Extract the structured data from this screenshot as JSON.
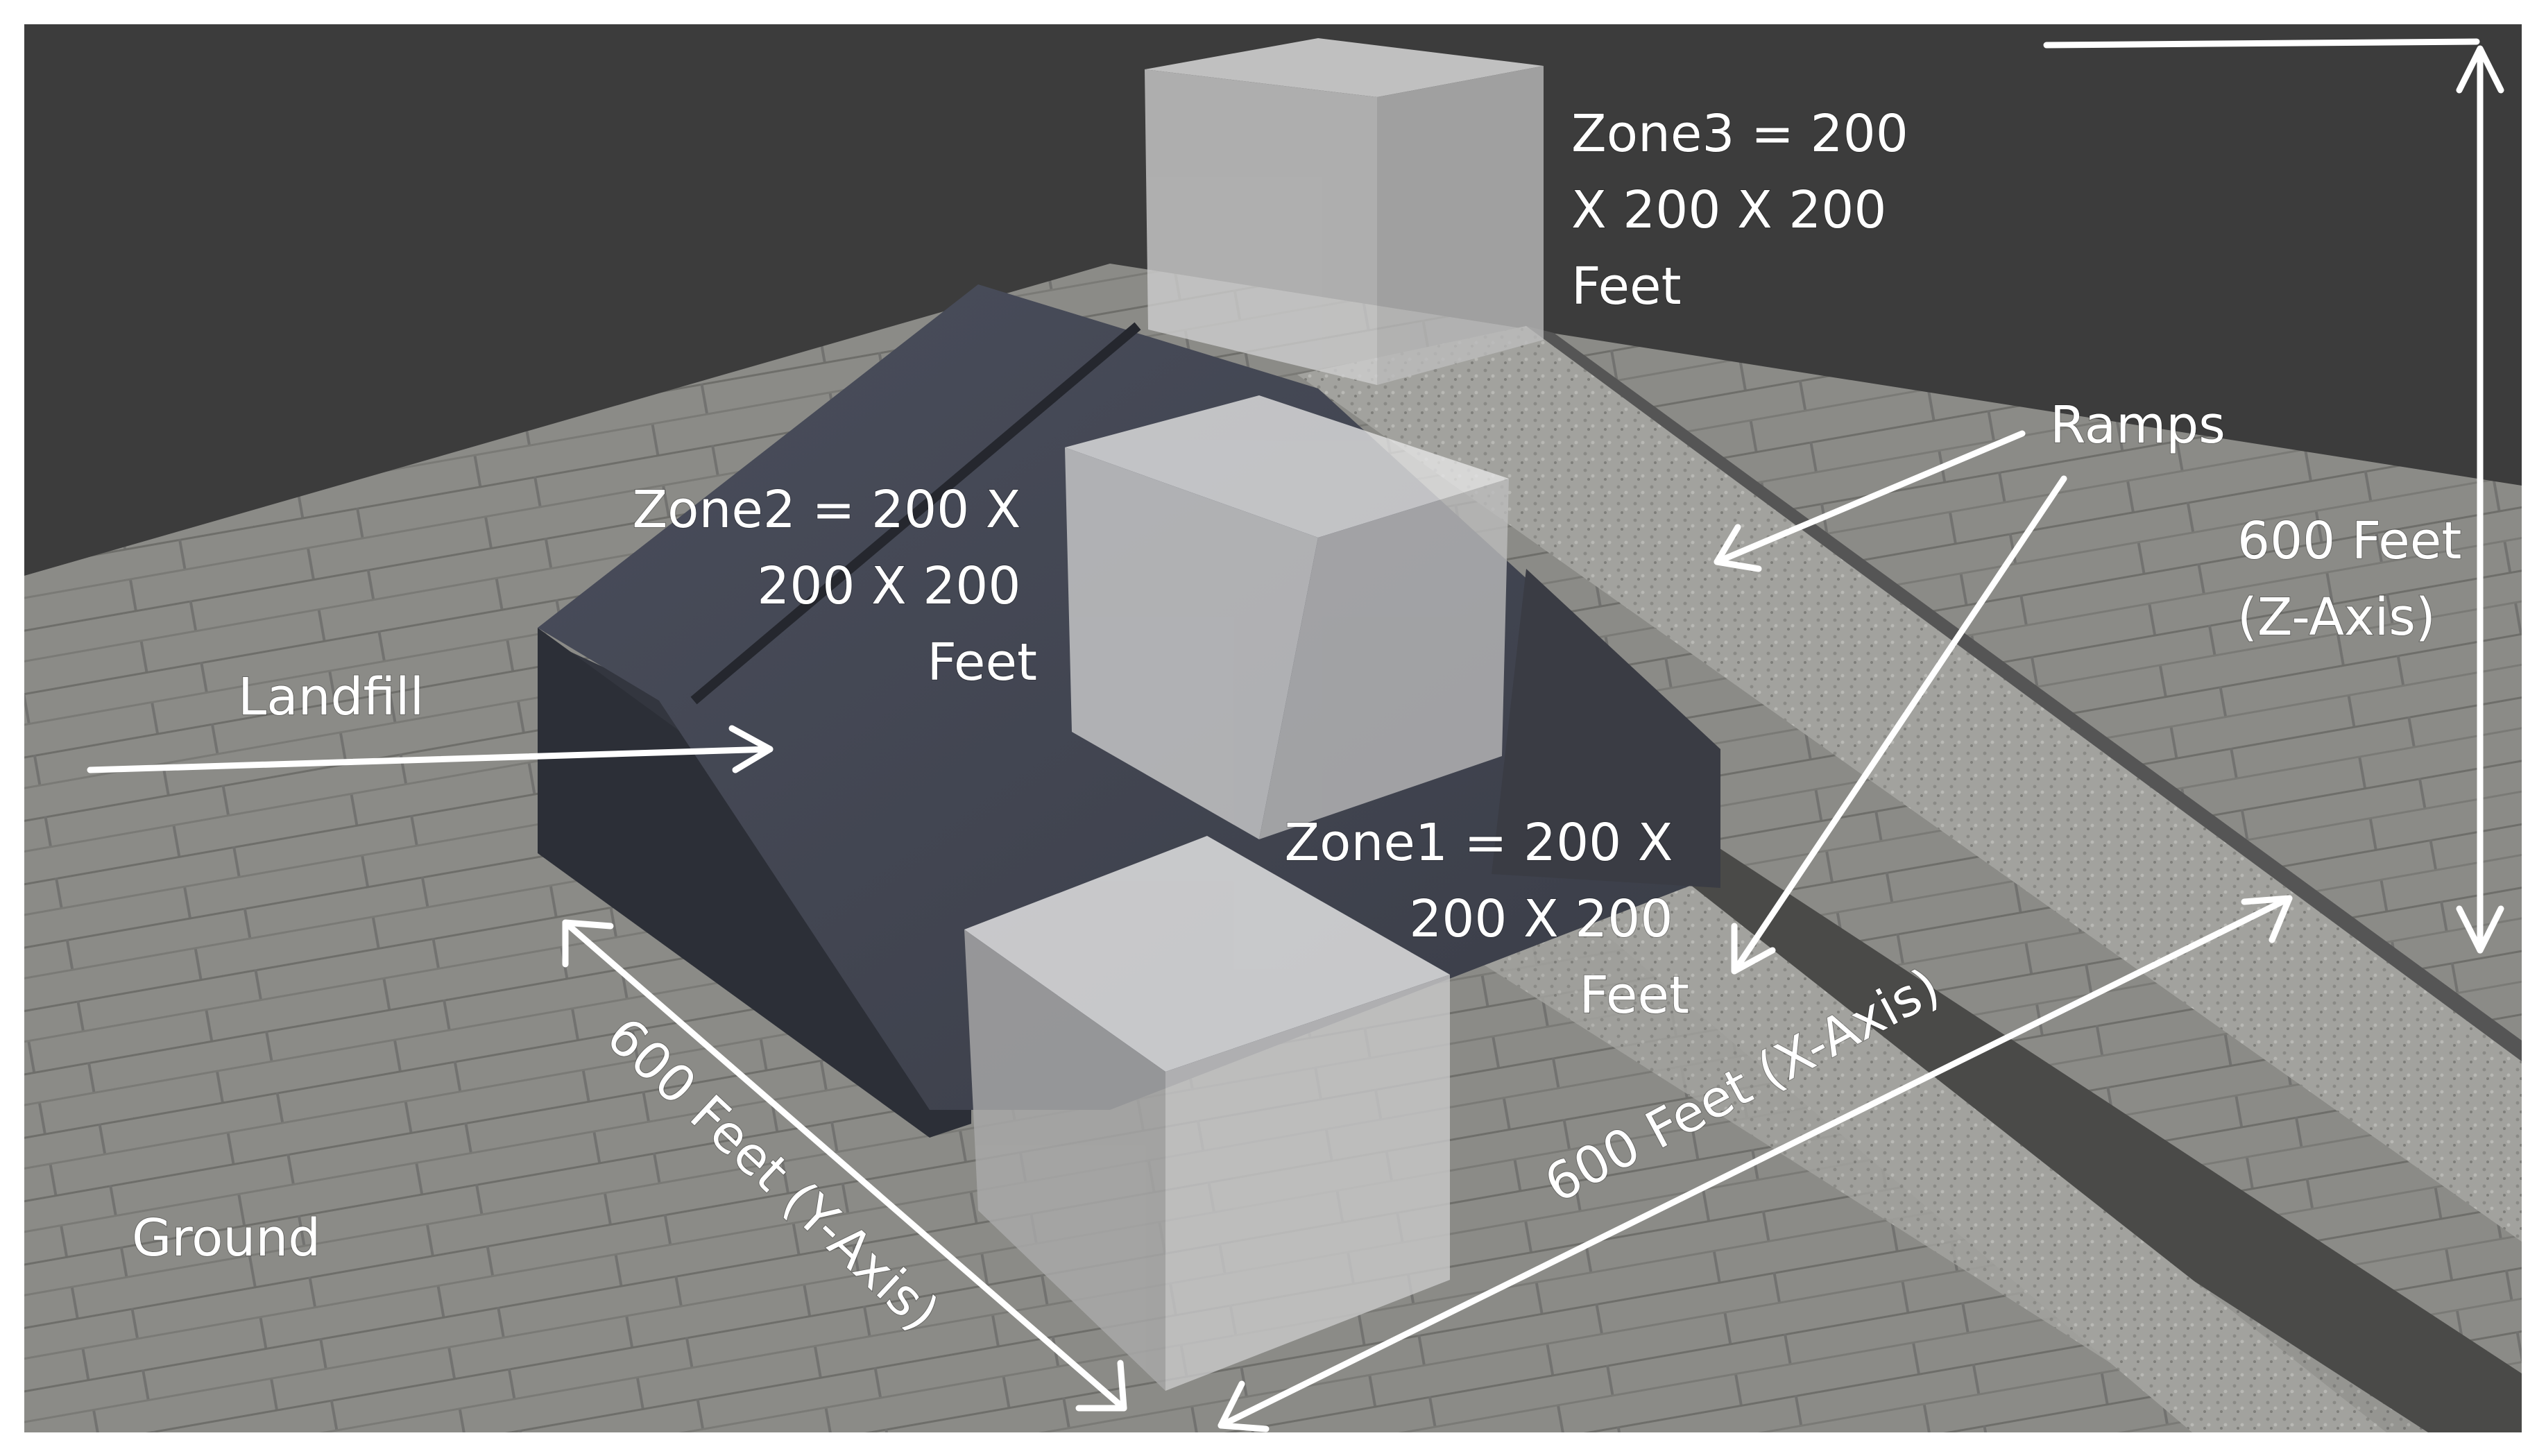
{
  "labels": {
    "zone3": [
      "Zone3 = 200",
      "X 200 X 200",
      "Feet"
    ],
    "zone2": [
      "Zone2 = 200 X",
      "200 X 200",
      "Feet"
    ],
    "zone1": [
      "Zone1 = 200 X",
      "200 X 200",
      "Feet"
    ],
    "landfill": "Landfill",
    "ramps": "Ramps",
    "z_axis": [
      "600 Feet",
      "(Z-Axis)"
    ],
    "y_axis": "600 Feet (Y-Axis)",
    "x_axis": "600 Feet (X-Axis)",
    "ground": "Ground"
  },
  "colors": {
    "sky": "#3c3c3c",
    "ground": "#8a8a86",
    "landfill": "#3f4350",
    "ramp": "#9c9c98",
    "cube": "#d8d8d8",
    "text": "#ffffff"
  }
}
